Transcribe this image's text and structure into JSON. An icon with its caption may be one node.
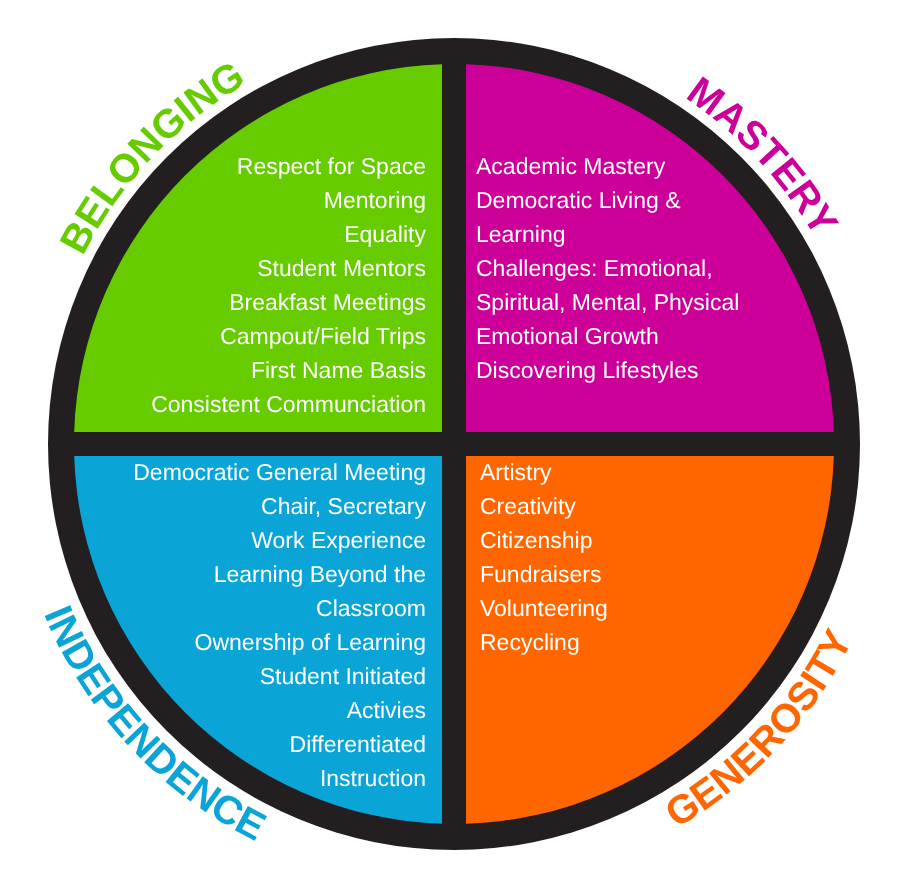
{
  "diagram": {
    "nodes": [
      {
        "text": [
          "BELONGING",
          "Respect for Space",
          "Mentoring",
          "Equality",
          "Student Mentors",
          "Breakfast Meetings",
          "Campout/Field Trips",
          "First Name Basis",
          "Consistent Communciation"
        ]
      },
      {
        "text": [
          "MASTERY",
          "Academic Mastery",
          "Democratic Living & Learning",
          "Challenges: Emotional, Spiritual, Mental, Physical",
          "Emotional Growth",
          "Discovering Lifestyles"
        ]
      },
      {
        "text": [
          "INDEPENDENCE",
          "Democratic General Meeting",
          "Chair, Secretary",
          "Work Experience",
          "Learning Beyond the Classroom",
          "Ownership of Learning",
          "Student Initiated Activies",
          "Differentiated Instruction"
        ]
      },
      {
        "text": [
          "GENEROSITY",
          "Artistry",
          "Creativity",
          "Citizenship",
          "Fundraisers",
          "Volunteering",
          "Recycling"
        ]
      }
    ]
  }
}
